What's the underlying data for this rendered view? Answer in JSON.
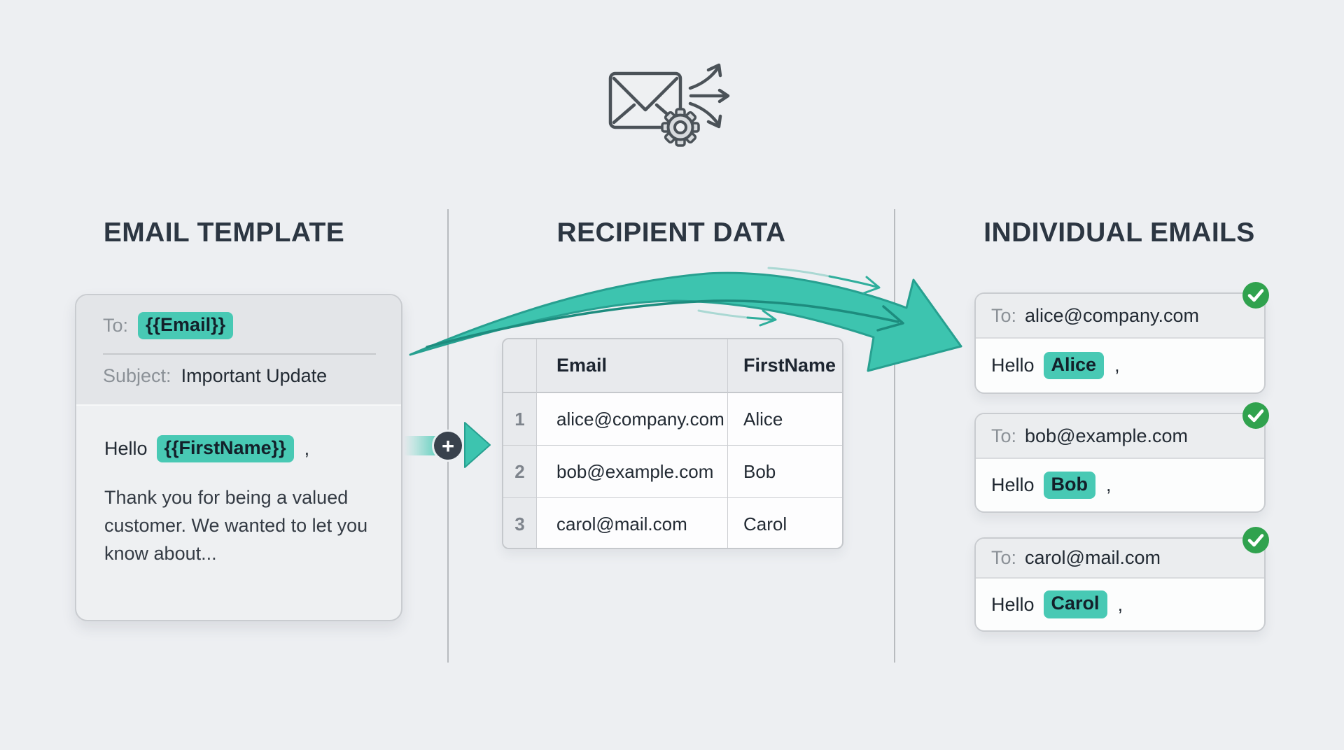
{
  "palette": {
    "background": "#edeff2",
    "teal_highlight": "#48c9b4",
    "teal_swoosh": "#3dc4af",
    "teal_swoosh_outline": "#27a090",
    "green_check": "#30a24e",
    "dark_plus_badge": "#39424d",
    "heading_text": "#2c3642",
    "icon_stroke": "#4b5258"
  },
  "icons": {
    "plus": "+",
    "top_icon": "envelope-with-gear-and-fan-arrows",
    "check": "checkmark",
    "merge_arrow": "teal-swoosh-arrow"
  },
  "columns": {
    "template": {
      "heading": "EMAIL TEMPLATE",
      "card": {
        "to_label": "To:",
        "to_value": "{{Email}}",
        "subject_label": "Subject:",
        "subject_value": "Important Update",
        "greeting_prefix": "Hello",
        "greeting_variable": "{{FirstName}}",
        "greeting_suffix": ",",
        "body": "Thank you for being a valued customer. We wanted to let you know about..."
      }
    },
    "recipients": {
      "heading": "RECIPIENT DATA",
      "table": {
        "headers": [
          "Email",
          "FirstName"
        ],
        "rows": [
          {
            "num": "1",
            "email": "alice@company.com",
            "first_name": "Alice"
          },
          {
            "num": "2",
            "email": "bob@example.com",
            "first_name": "Bob"
          },
          {
            "num": "3",
            "email": "carol@mail.com",
            "first_name": "Carol"
          }
        ]
      }
    },
    "individual": {
      "heading": "INDIVIDUAL EMAILS",
      "emails": [
        {
          "to_label": "To:",
          "to_value": "alice@company.com",
          "greeting_prefix": "Hello",
          "name": "Alice",
          "suffix": ","
        },
        {
          "to_label": "To:",
          "to_value": "bob@example.com",
          "greeting_prefix": "Hello",
          "name": "Bob",
          "suffix": ","
        },
        {
          "to_label": "To:",
          "to_value": "carol@mail.com",
          "greeting_prefix": "Hello",
          "name": "Carol",
          "suffix": ","
        }
      ]
    }
  }
}
